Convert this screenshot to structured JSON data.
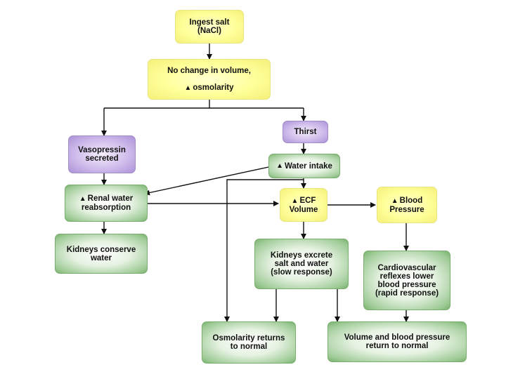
{
  "nodes": {
    "ingest_salt": "Ingest salt\n(NaCl)",
    "no_change": "No change in volume,",
    "osmolarity_up": "osmolarity",
    "vasopressin": "Vasopressin\nsecreted",
    "thirst": "Thirst",
    "water_intake": "Water intake",
    "renal_line1": "Renal water",
    "renal_line2": "reabsorption",
    "ecf_line1": "ECF",
    "ecf_line2": "Volume",
    "bp_line1": "Blood",
    "bp_line2": "Pressure",
    "kidneys_conserve": "Kidneys conserve\nwater",
    "kidneys_excrete": "Kidneys excrete\nsalt and water\n(slow response)",
    "cardio": "Cardiovascular\nreflexes lower\nblood pressure\n(rapid response)",
    "osmo_return": "Osmolarity returns\nto normal",
    "volume_return": "Volume and blood pressure\nreturn to normal"
  },
  "symbols": {
    "up_arrow": "▲"
  },
  "colors": {
    "yellow": "#ffff9a",
    "purple": "#cdb9ea",
    "green": "#9fcb97",
    "arrow": "#111111"
  }
}
